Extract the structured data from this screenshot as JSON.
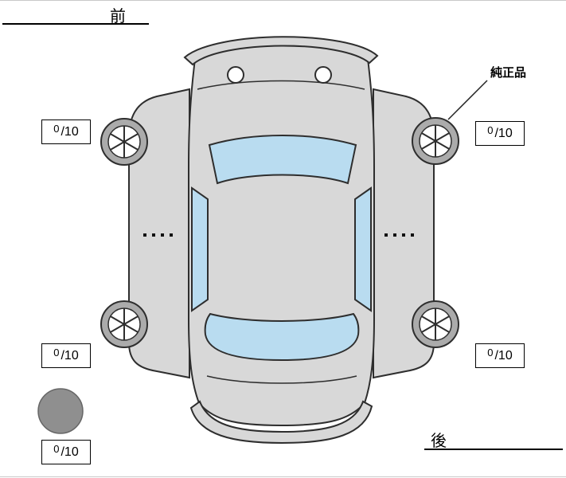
{
  "page": {
    "front_label": "前",
    "rear_label": "後",
    "genuine_part_label": "純正品"
  },
  "scores": {
    "front_left": {
      "num": "0",
      "den": "/10"
    },
    "front_right": {
      "num": "0",
      "den": "/10"
    },
    "rear_left": {
      "num": "0",
      "den": "/10"
    },
    "rear_right": {
      "num": "0",
      "den": "/10"
    },
    "spare": {
      "num": "0",
      "den": "/10"
    }
  },
  "colors": {
    "body": "#d8d8d8",
    "window": "#b9dcf0",
    "wheel_rim": "#ababab",
    "wheel_center": "#ffffff",
    "spare_tire": "#8f8f8f"
  }
}
